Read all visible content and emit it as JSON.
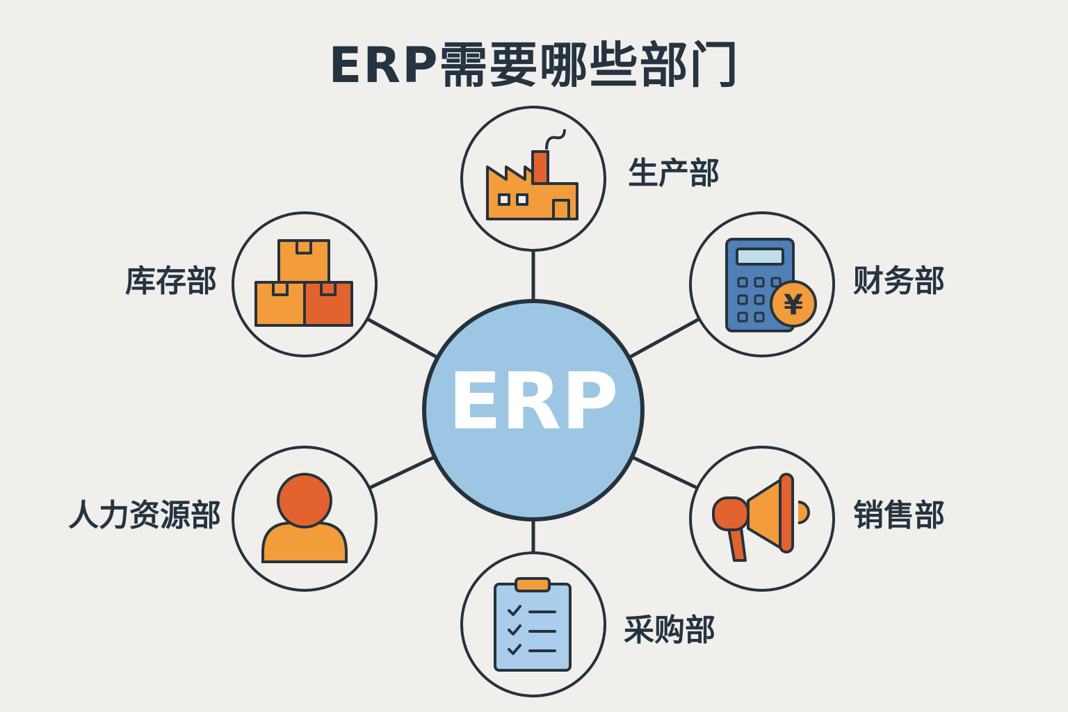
{
  "title": "ERP需要哪些部门",
  "center": {
    "label": "ERP"
  },
  "departments": [
    {
      "label": "生产部",
      "icon": "factory-icon"
    },
    {
      "label": "财务部",
      "icon": "calculator-yen-icon"
    },
    {
      "label": "销售部",
      "icon": "megaphone-icon"
    },
    {
      "label": "采购部",
      "icon": "clipboard-checklist-icon"
    },
    {
      "label": "人力资源部",
      "icon": "person-icon"
    },
    {
      "label": "库存部",
      "icon": "boxes-icon"
    }
  ],
  "colors": {
    "background": "#f0efec",
    "outline": "#26323c",
    "center_fill": "#9dc6e4",
    "orange": "#f39c3c",
    "dark_orange": "#e2632f",
    "blue": "#4f7fb5",
    "light_blue": "#a9cdea"
  }
}
